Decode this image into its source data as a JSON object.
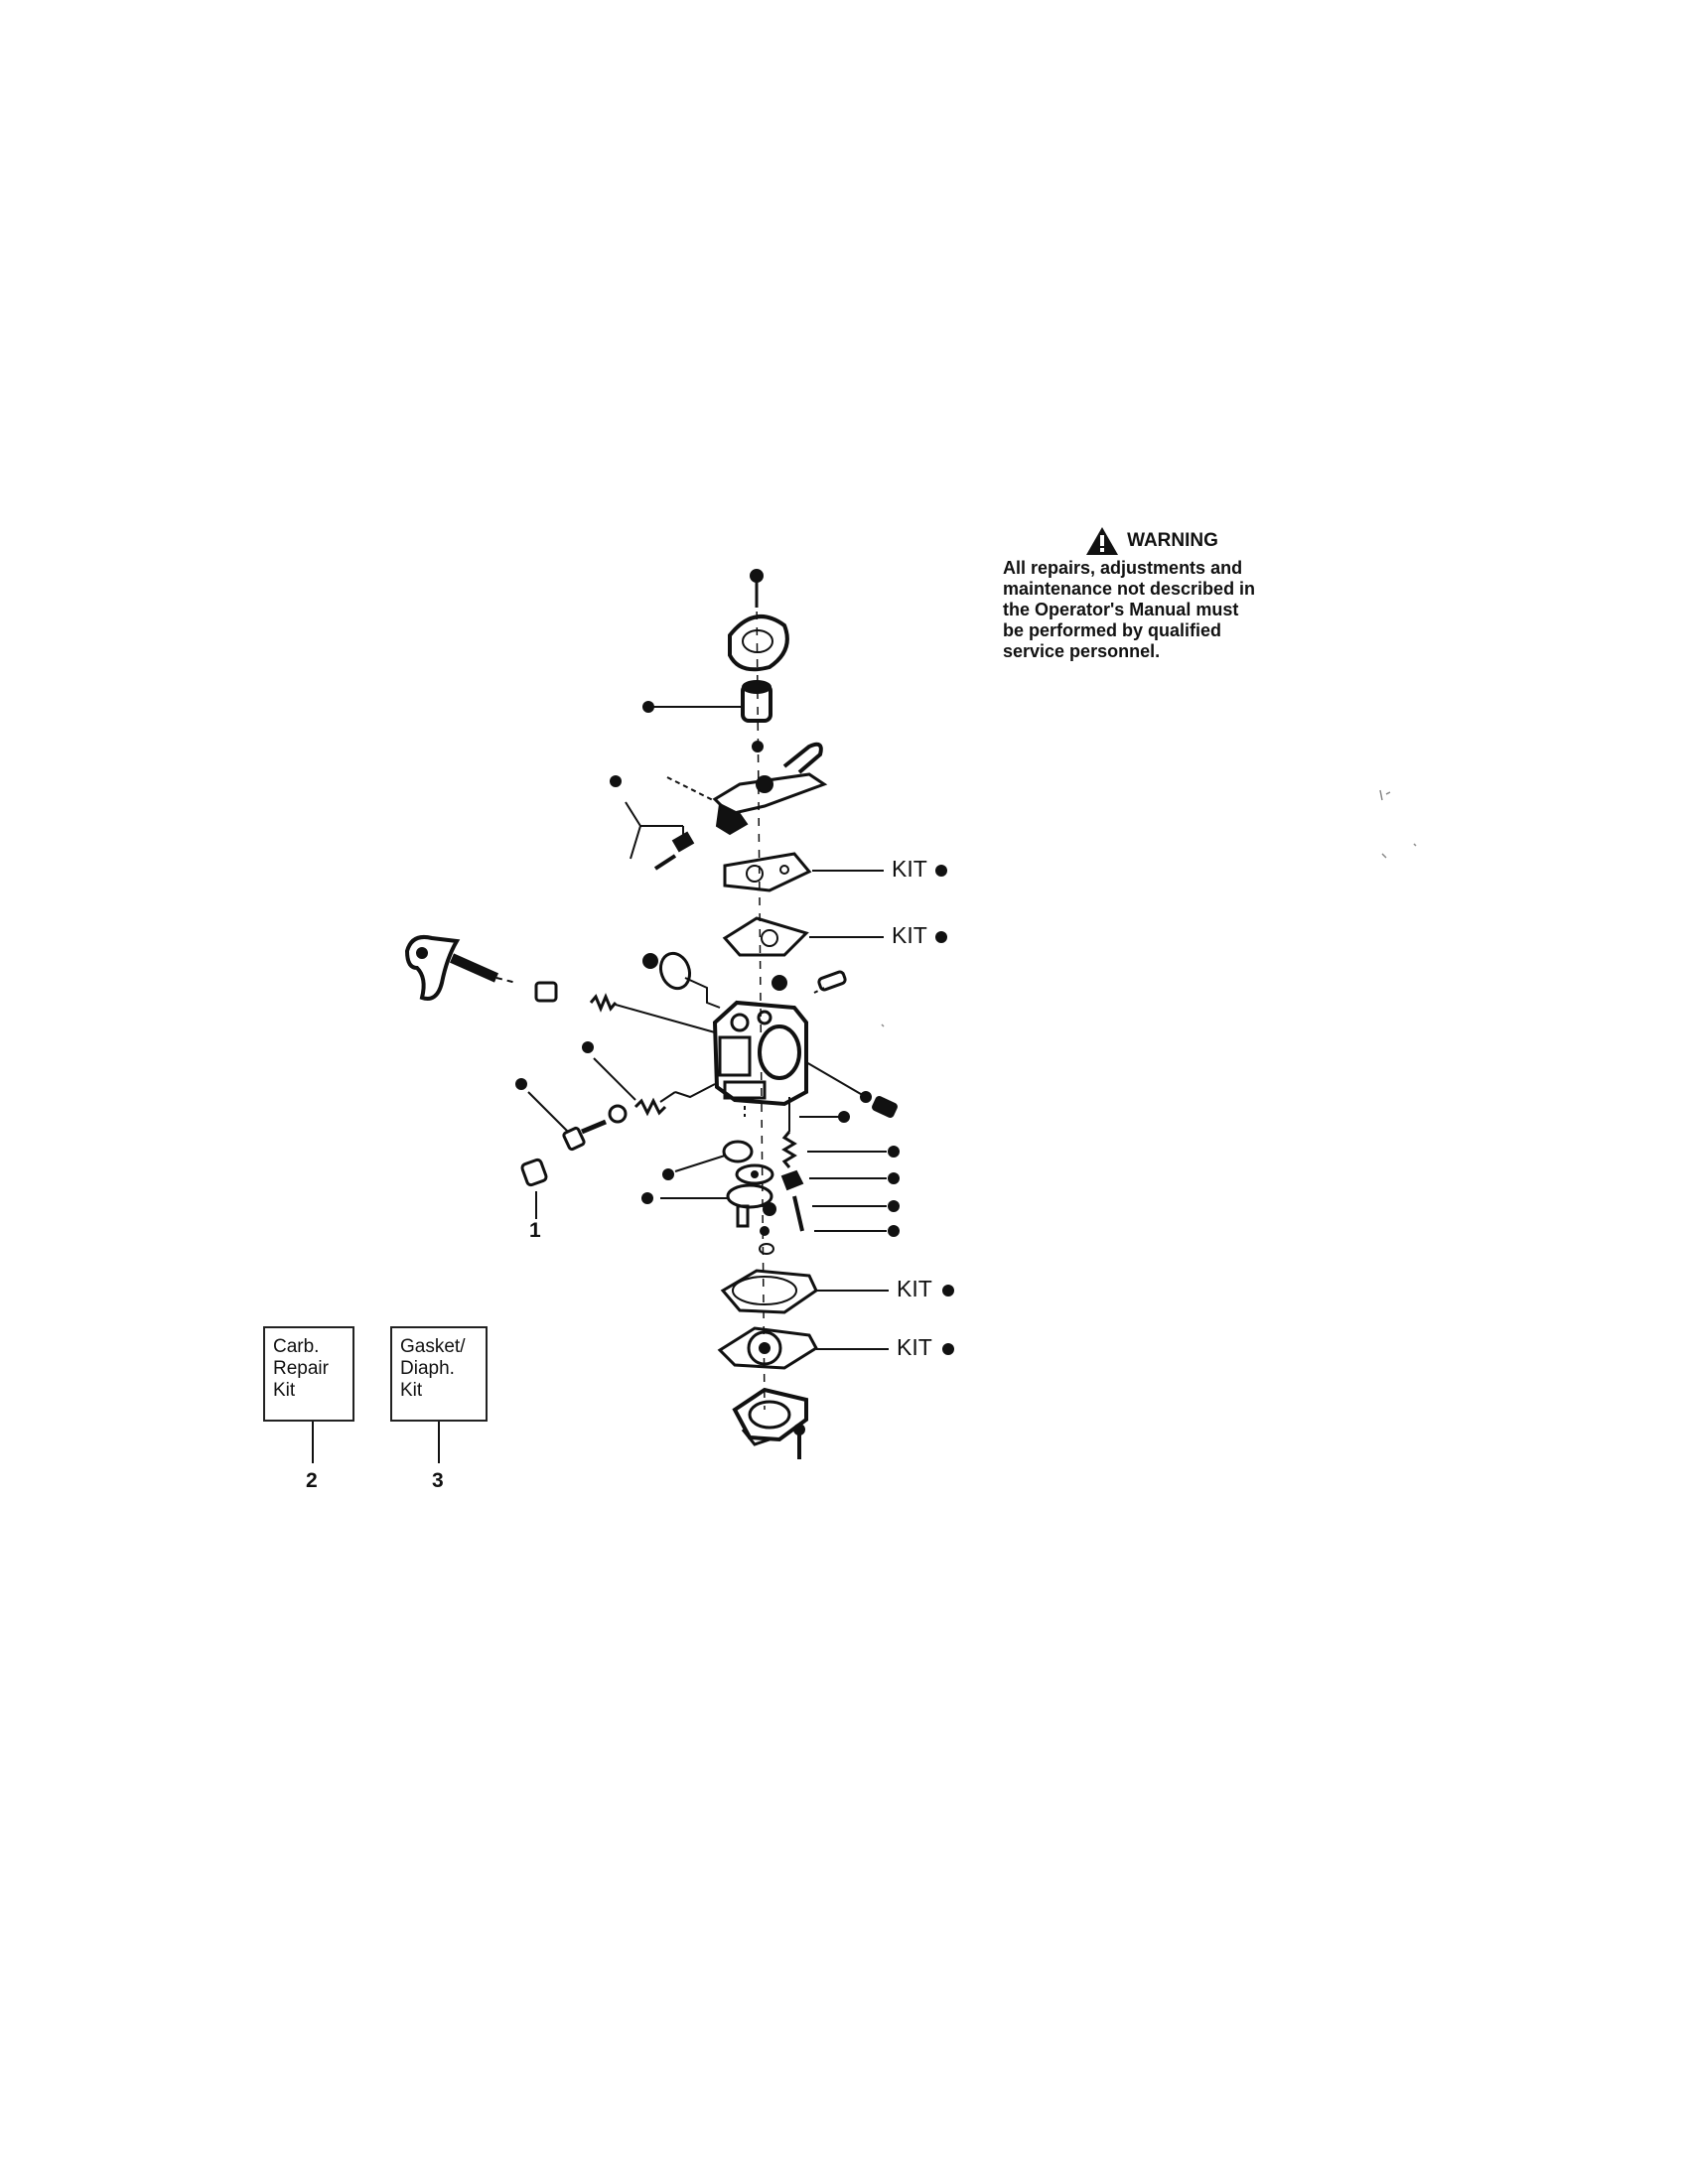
{
  "warning": {
    "title": "WARNING",
    "lines": [
      "All repairs, adjustments and",
      "maintenance not described in",
      "the Operator's Manual must",
      "be performed by qualified",
      "service personnel."
    ]
  },
  "kit_labels": [
    "KIT",
    "KIT",
    "KIT",
    "KIT"
  ],
  "callouts": {
    "item1": "1",
    "item2": "2",
    "item3": "3"
  },
  "boxes": {
    "carb_repair_kit": [
      "Carb.",
      "Repair",
      "Kit"
    ],
    "gasket_diaph_kit": [
      "Gasket/",
      "Diaph.",
      "Kit"
    ]
  },
  "icons": {
    "warning": "warning-triangle-icon",
    "kit_marker": "filled-dot-icon"
  }
}
